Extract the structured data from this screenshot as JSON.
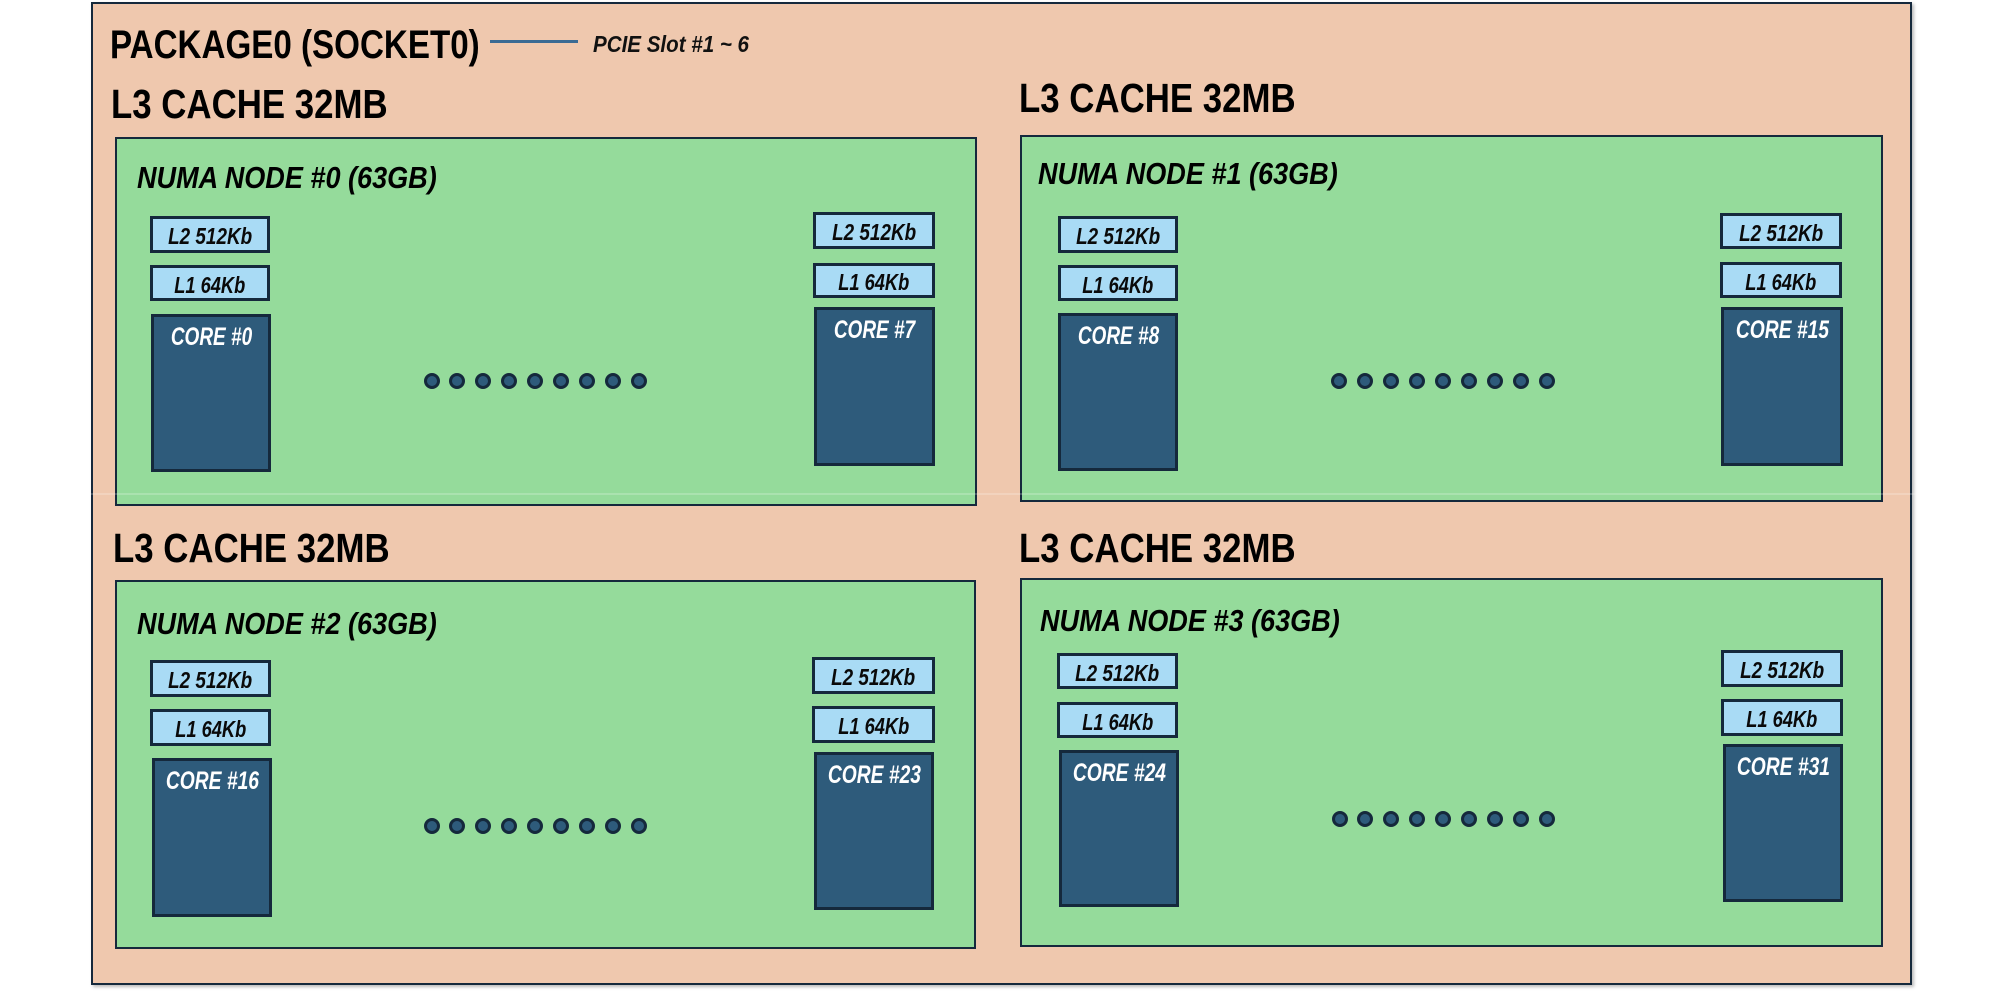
{
  "title": "PACKAGE0 (SOCKET0)",
  "callout": {
    "label": "PCIE Slot #1 ~ 6"
  },
  "colors": {
    "package_fill": "#efc8ae",
    "numa_fill": "#95db9b",
    "cache_fill": "#a9dbf5",
    "core_fill": "#2e5b7b",
    "outline": "#15293c",
    "callout_line": "#3a6b94",
    "core_text": "#ffffff",
    "text": "#000000",
    "background": "#ffffff"
  },
  "quadrants": [
    {
      "l3_label": "L3 CACHE 32MB",
      "numa_label": "NUMA NODE #0 (63GB)",
      "left_core": {
        "l2": "L2 512Kb",
        "l1": "L1 64Kb",
        "core": "CORE #0"
      },
      "right_core": {
        "l2": "L2 512Kb",
        "l1": "L1 64Kb",
        "core": "CORE #7"
      }
    },
    {
      "l3_label": "L3 CACHE 32MB",
      "numa_label": "NUMA NODE #1 (63GB)",
      "left_core": {
        "l2": "L2 512Kb",
        "l1": "L1 64Kb",
        "core": "CORE #8"
      },
      "right_core": {
        "l2": "L2 512Kb",
        "l1": "L1 64Kb",
        "core": "CORE #15"
      }
    },
    {
      "l3_label": "L3 CACHE 32MB",
      "numa_label": "NUMA NODE #2 (63GB)",
      "left_core": {
        "l2": "L2 512Kb",
        "l1": "L1 64Kb",
        "core": "CORE #16"
      },
      "right_core": {
        "l2": "L2 512Kb",
        "l1": "L1 64Kb",
        "core": "CORE #23"
      }
    },
    {
      "l3_label": "L3 CACHE 32MB",
      "numa_label": "NUMA NODE #3 (63GB)",
      "left_core": {
        "l2": "L2 512Kb",
        "l1": "L1 64Kb",
        "core": "CORE #24"
      },
      "right_core": {
        "l2": "L2 512Kb",
        "l1": "L1 64Kb",
        "core": "CORE #31"
      }
    }
  ]
}
